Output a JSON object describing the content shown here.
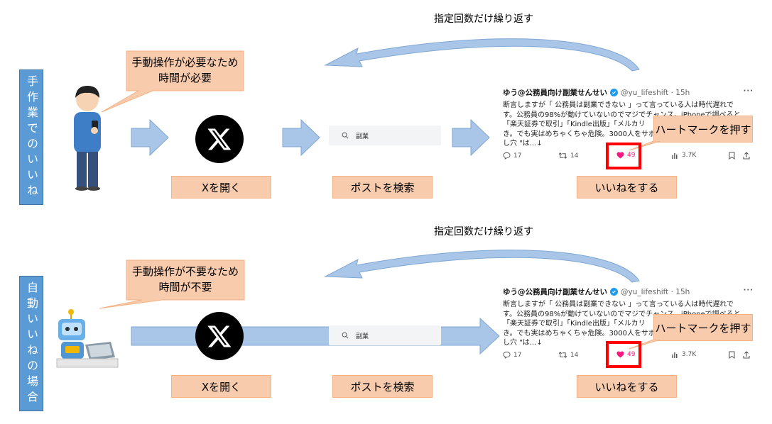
{
  "rows": [
    {
      "label": "手作業でのいいね",
      "callout": [
        "手動操作が必要なため",
        "時間が必要"
      ],
      "repeat_label": "指定回数だけ繰り返す",
      "steps": [
        "Xを開く",
        "ポストを検索",
        "いいねをする"
      ],
      "search_text": "副業",
      "heart_callout": "ハートマークを押す"
    },
    {
      "label": "自動いいねの場合",
      "callout": [
        "手動操作が不要なため",
        "時間が不要"
      ],
      "repeat_label": "指定回数だけ繰り返す",
      "steps": [
        "Xを開く",
        "ポストを検索",
        "いいねをする"
      ],
      "search_text": "副業",
      "heart_callout": "ハートマークを押す"
    }
  ],
  "tweet": {
    "name": "ゆう@公務員向け副業せんせい",
    "handle": "@yu_lifeshift · 15h",
    "more": "···",
    "lines": [
      "断言しますが「 公務員は副業できない 」って言っている人は時代遅れで",
      "す。公務員の98%が動けていないのでマジでチャンス。iPhoneで調べると",
      "「楽天証券で取引」「Kindle出版」「メルカリ",
      "き。でも実はめちゃくちゃ危険。3000人をサポ",
      "し穴 \"は...↓"
    ],
    "replies": "17",
    "retweets": "14",
    "likes": "49",
    "views": "3.7K"
  },
  "colors": {
    "row_label_bg": "#5b9bd5",
    "step_box_bg": "#f8cbad",
    "arrow_fill": "#a9c6e8",
    "highlight": "#ff0000"
  }
}
